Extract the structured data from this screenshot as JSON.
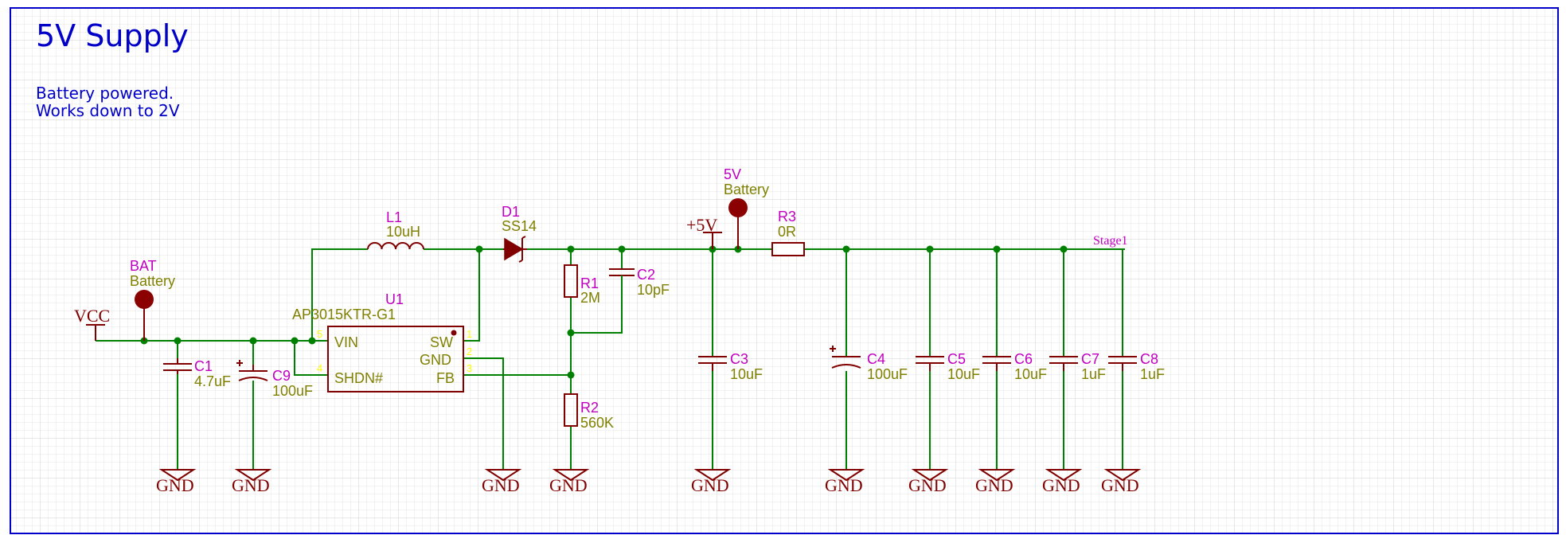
{
  "title": "5V Supply",
  "notes": [
    "Battery powered.",
    "Works down to 2V"
  ],
  "colors": {
    "wire": "#008000",
    "junction": "#008000",
    "body": "#800000",
    "ref": "#c000c0",
    "value": "#808000",
    "title": "#0000c8",
    "border": "#0000c8",
    "grid": "#d8d8d8",
    "pin": "#ffff00",
    "background": "#ffffff"
  },
  "power": {
    "vcc": "VCC",
    "p5v": "+5V",
    "gnd": "GND"
  },
  "testpoints": [
    {
      "ref": "BAT",
      "value": "Battery"
    },
    {
      "ref": "5V",
      "value": "Battery"
    }
  ],
  "netlabel": "Stage1",
  "components": {
    "L1": {
      "ref": "L1",
      "value": "10uH"
    },
    "D1": {
      "ref": "D1",
      "value": "SS14"
    },
    "U1": {
      "ref": "U1",
      "value": "AP3015KTR-G1",
      "pins": {
        "vin": "VIN",
        "shdn": "SHDN#",
        "sw": "SW",
        "gnd": "GND",
        "fb": "FB"
      },
      "pin_numbers": [
        "5",
        "4",
        "1",
        "2",
        "3"
      ]
    },
    "R1": {
      "ref": "R1",
      "value": "2M"
    },
    "C2": {
      "ref": "C2",
      "value": "10pF"
    },
    "R2": {
      "ref": "R2",
      "value": "560K"
    },
    "R3": {
      "ref": "R3",
      "value": "0R"
    },
    "C1": {
      "ref": "C1",
      "value": "4.7uF"
    },
    "C9": {
      "ref": "C9",
      "value": "100uF"
    },
    "C3": {
      "ref": "C3",
      "value": "10uF"
    },
    "C4": {
      "ref": "C4",
      "value": "100uF"
    },
    "C5": {
      "ref": "C5",
      "value": "10uF"
    },
    "C6": {
      "ref": "C6",
      "value": "10uF"
    },
    "C7": {
      "ref": "C7",
      "value": "1uF"
    },
    "C8": {
      "ref": "C8",
      "value": "1uF"
    }
  }
}
